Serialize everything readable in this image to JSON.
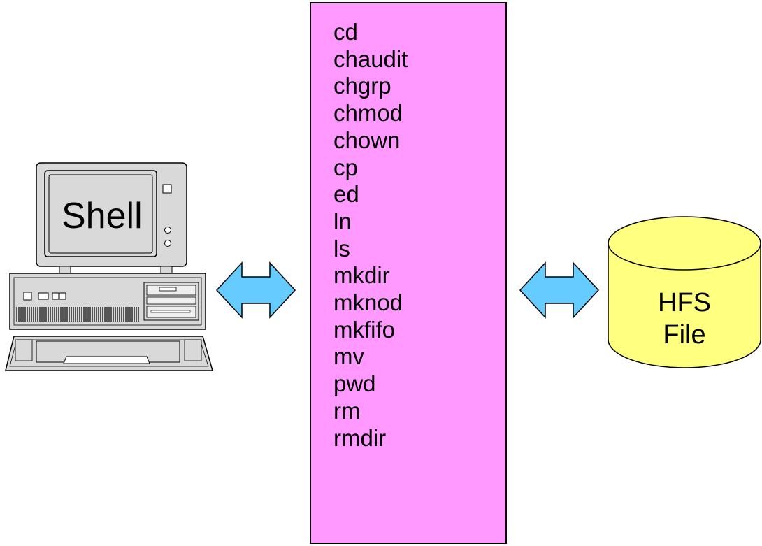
{
  "computer": {
    "screen_label": "Shell"
  },
  "commands": {
    "items": [
      "cd",
      "chaudit",
      "chgrp",
      "chmod",
      "chown",
      "cp",
      "ed",
      "ln",
      "ls",
      "mkdir",
      "mknod",
      "mkfifo",
      "mv",
      "pwd",
      "rm",
      "rmdir"
    ]
  },
  "storage": {
    "line1": "HFS",
    "line2": "File"
  },
  "colors": {
    "command_box_fill": "#ff99ff",
    "arrow_fill": "#66ccff",
    "cylinder_fill": "#ffff80",
    "computer_fill": "#d9d9d9"
  },
  "icons": {
    "computer": "desktop-computer-icon",
    "arrow": "double-arrow-icon",
    "storage": "database-cylinder-icon"
  }
}
